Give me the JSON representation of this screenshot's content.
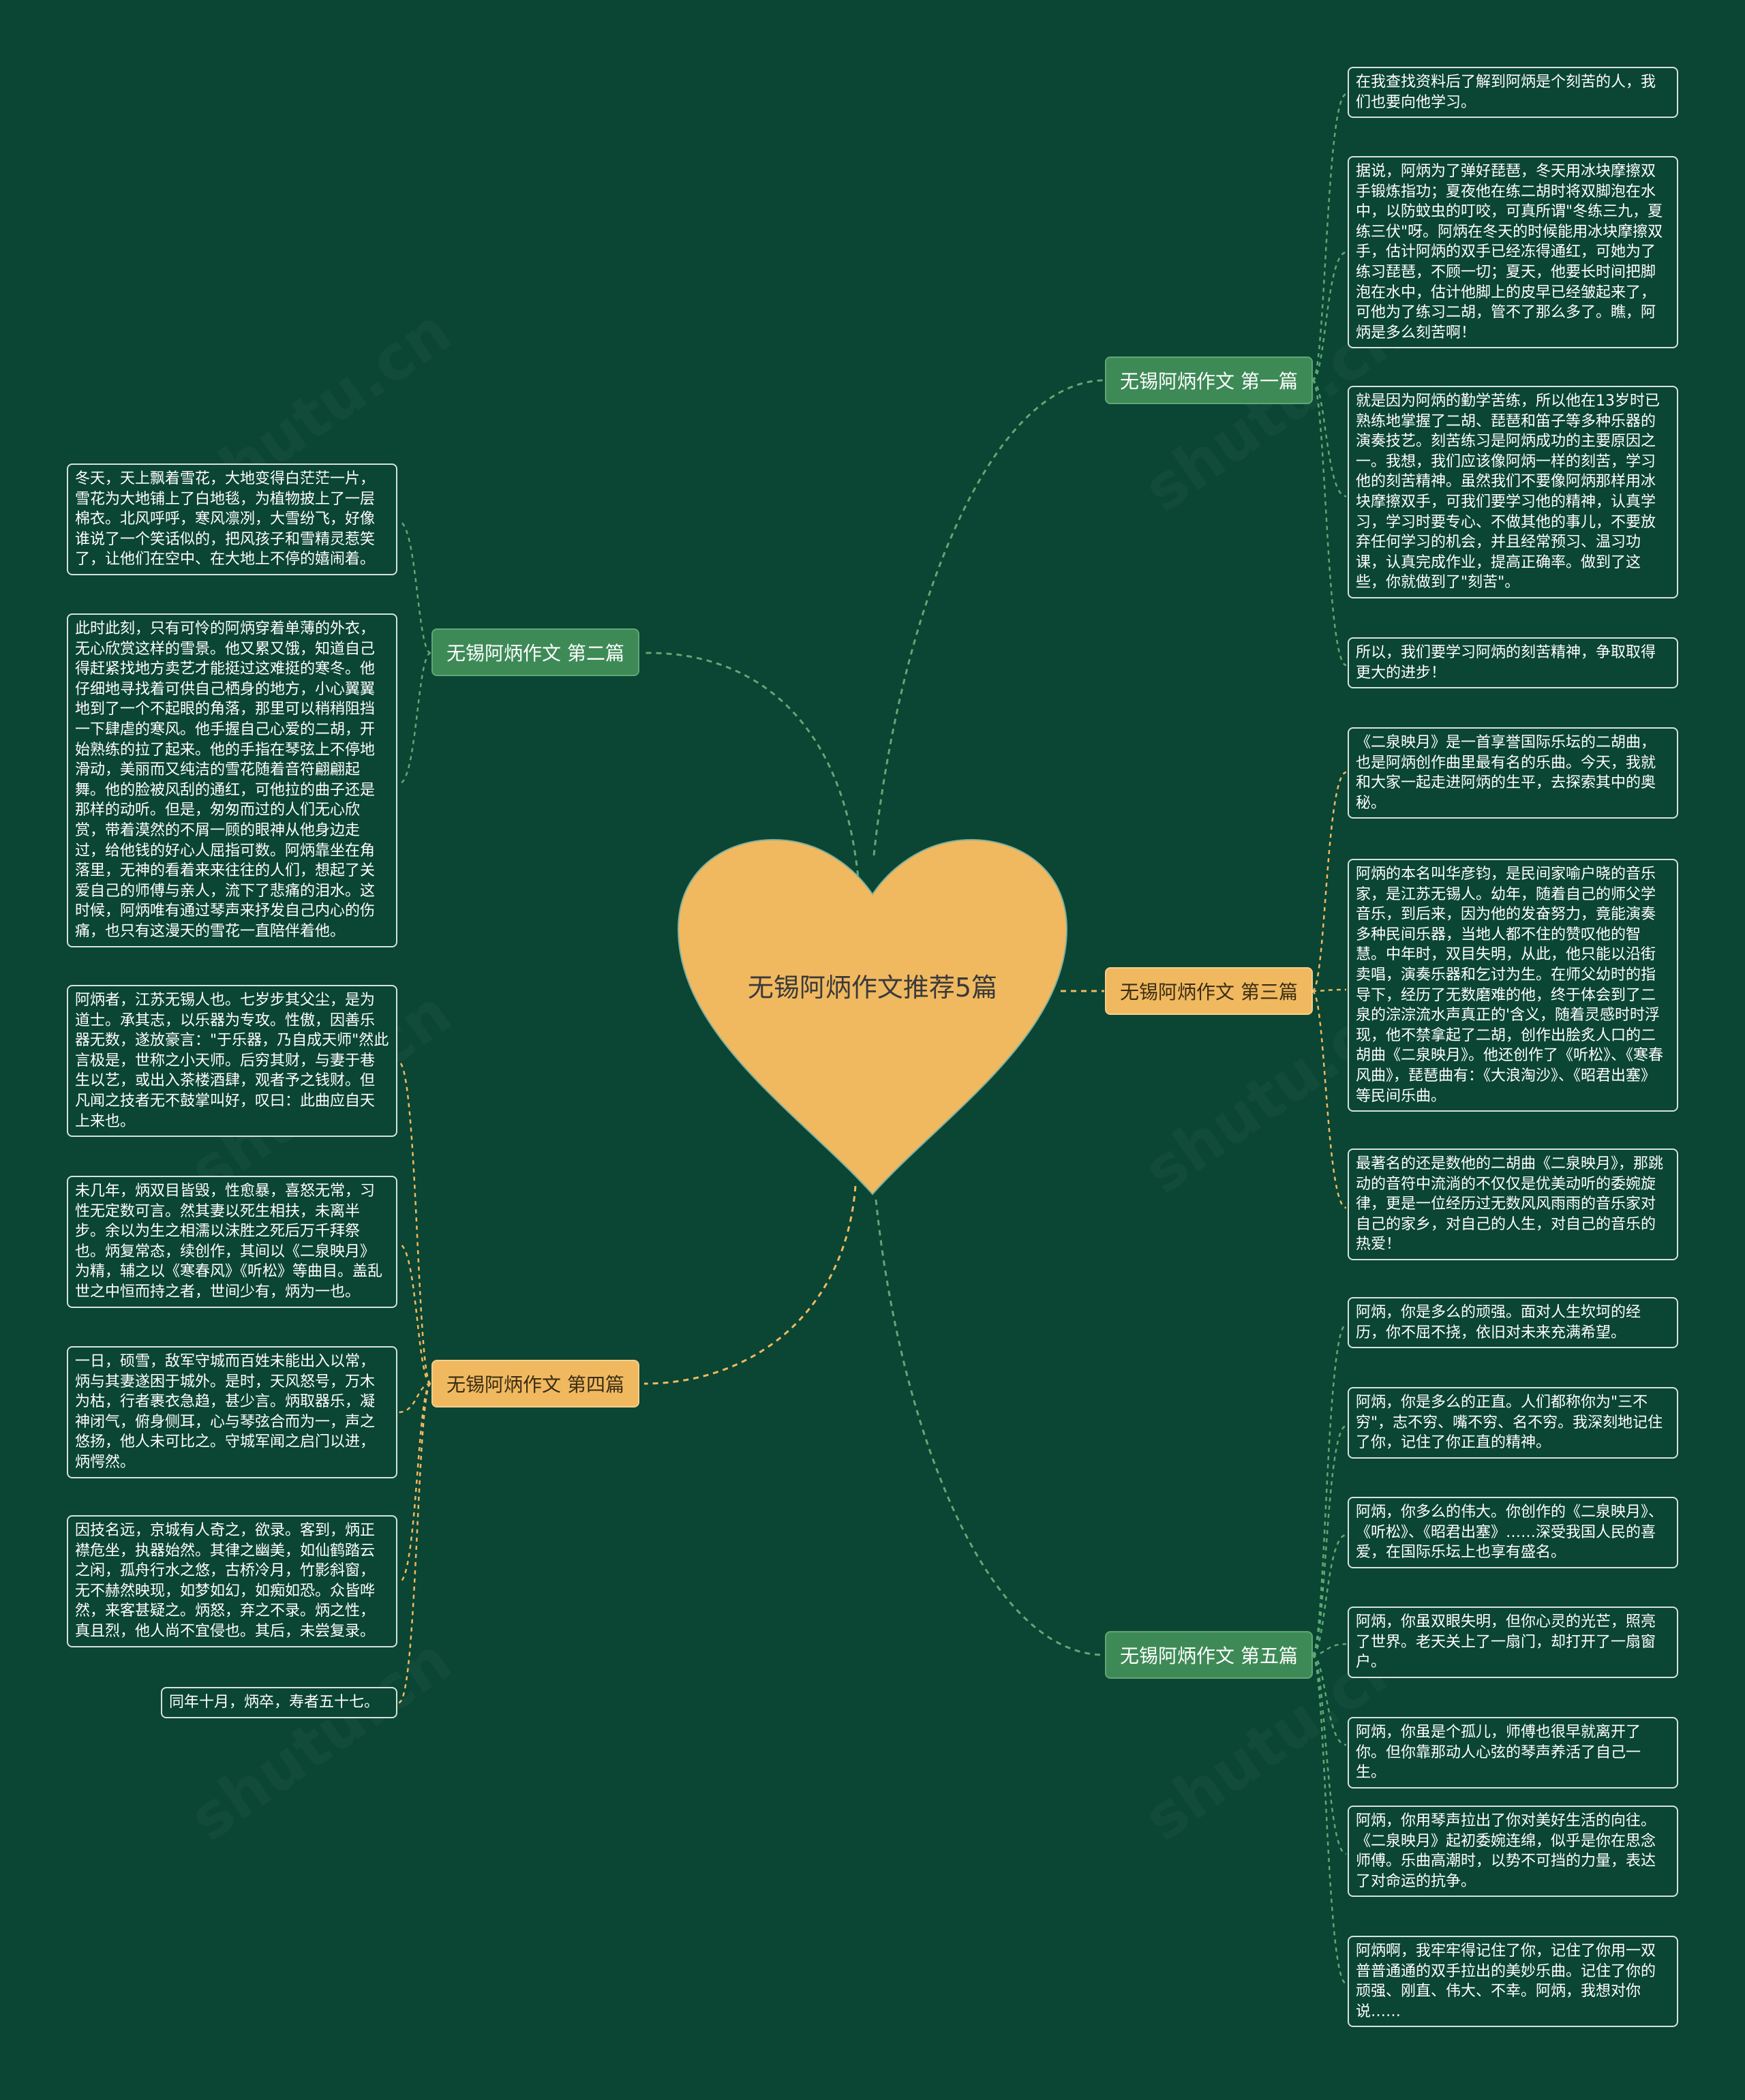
{
  "center": {
    "title": "无锡阿炳作文推荐5篇",
    "color": "#f0b960"
  },
  "colors": {
    "background": "#0b4533",
    "green_branch": "#3d8a56",
    "yellow_branch": "#f0b960",
    "leaf_border": "#d7e2dc"
  },
  "branches": [
    {
      "label": "无锡阿炳作文 第一篇",
      "leaves": [
        "在我查找资料后了解到阿炳是个刻苦的人，我们也要向他学习。",
        "据说，阿炳为了弹好琵琶，冬天用冰块摩擦双手锻炼指功；夏夜他在练二胡时将双脚泡在水中，以防蚊虫的叮咬，可真所谓\"冬练三九，夏练三伏\"呀。阿炳在冬天的时候能用冰块摩擦双手，估计阿炳的双手已经冻得通红，可她为了练习琵琶，不顾一切；夏天，他要长时间把脚泡在水中，估计他脚上的皮早已经皱起来了，可他为了练习二胡，管不了那么多了。瞧，阿炳是多么刻苦啊！",
        "就是因为阿炳的勤学苦练，所以他在13岁时已熟练地掌握了二胡、琵琶和笛子等多种乐器的演奏技艺。刻苦练习是阿炳成功的主要原因之一。我想，我们应该像阿炳一样的刻苦，学习他的刻苦精神。虽然我们不要像阿炳那样用冰块摩擦双手，可我们要学习他的精神，认真学习，学习时要专心、不做其他的事儿，不要放弃任何学习的机会，并且经常预习、温习功课，认真完成作业，提高正确率。做到了这些，你就做到了\"刻苦\"。",
        "所以，我们要学习阿炳的刻苦精神，争取取得更大的进步！"
      ]
    },
    {
      "label": "无锡阿炳作文 第二篇",
      "leaves": [
        "冬天，天上飘着雪花，大地变得白茫茫一片，雪花为大地铺上了白地毯，为植物披上了一层棉衣。北风呼呼，寒风凛冽，大雪纷飞，好像谁说了一个笑话似的，把风孩子和雪精灵惹笑了，让他们在空中、在大地上不停的嬉闹着。",
        "此时此刻，只有可怜的阿炳穿着单薄的外衣，无心欣赏这样的雪景。他又累又饿，知道自己得赶紧找地方卖艺才能挺过这难挺的寒冬。他仔细地寻找着可供自己栖身的地方，小心翼翼地到了一个不起眼的角落，那里可以稍稍阻挡一下肆虐的寒风。他手握自己心爱的二胡，开始熟练的拉了起来。他的手指在琴弦上不停地滑动，美丽而又纯洁的雪花随着音符翩翩起舞。他的脸被风刮的通红，可他拉的曲子还是那样的动听。但是，匆匆而过的人们无心欣赏，带着漠然的不屑一顾的眼神从他身边走过，给他钱的好心人屈指可数。阿炳靠坐在角落里，无神的看着来来往往的人们，想起了关爱自己的师傅与亲人，流下了悲痛的泪水。这时候，阿炳唯有通过琴声来抒发自己内心的伤痛，也只有这漫天的雪花一直陪伴着他。"
      ]
    },
    {
      "label": "无锡阿炳作文 第三篇",
      "leaves": [
        "《二泉映月》是一首享誉国际乐坛的二胡曲，也是阿炳创作曲里最有名的乐曲。今天，我就和大家一起走进阿炳的生平，去探索其中的奥秘。",
        "阿炳的本名叫华彦钧，是民间家喻户晓的音乐家，是江苏无锡人。幼年，随着自己的师父学音乐，到后来，因为他的发奋努力，竟能演奏多种民间乐器，当地人都不住的赞叹他的智慧。中年时，双目失明，从此，他只能以沿街卖唱，演奏乐器和乞讨为生。在师父幼时的指导下，经历了无数磨难的他，终于体会到了二泉的淙淙流水声真正的'含义，随着灵感时时浮现，他不禁拿起了二胡，创作出脍炙人口的二胡曲《二泉映月》。他还创作了《听松》、《寒春风曲》，琵琶曲有：《大浪淘沙》、《昭君出塞》等民间乐曲。",
        "最著名的还是数他的二胡曲《二泉映月》，那跳动的音符中流淌的不仅仅是优美动听的委婉旋律，更是一位经历过无数风风雨雨的音乐家对自己的家乡，对自己的人生，对自己的音乐的热爱！"
      ]
    },
    {
      "label": "无锡阿炳作文 第四篇",
      "leaves": [
        "阿炳者，江苏无锡人也。七岁步其父尘，是为道士。承其志，以乐器为专攻。性傲，因善乐器无数，遂放豪言：\"于乐器，乃自成天师\"然此言极是，世称之小天师。后穷其财，与妻于巷生以艺，或出入茶楼酒肆，观者予之钱财。但凡闻之技者无不鼓掌叫好，叹曰：此曲应自天上来也。",
        "未几年，炳双目皆毁，性愈暴，喜怒无常，习性无定数可言。然其妻以死生相扶，未离半步。余以为生之相濡以沫胜之死后万千拜祭也。炳复常态，续创作，其间以《二泉映月》为精，辅之以《寒春风》《听松》等曲目。盖乱世之中恒而持之者，世间少有，炳为一也。",
        "一日，硕雪，敌军守城而百姓未能出入以常，炳与其妻遂困于城外。是时，天风怒号，万木为枯，行者裹衣急趋，甚少言。炳取器乐，凝神闭气，俯身侧耳，心与琴弦合而为一，声之悠扬，他人未可比之。守城军闻之启门以进，炳愕然。",
        "因技名远，京城有人奇之，欲录。客到，炳正襟危坐，执器始然。其律之幽美，如仙鹤踏云之闲，孤舟行水之悠，古桥冷月，竹影斜窗，无不赫然映现，如梦如幻，如痴如恐。众皆哗然，来客甚疑之。炳怒，弃之不录。炳之性，真且烈，他人尚不宜侵也。其后，未尝复录。",
        "同年十月，炳卒，寿者五十七。"
      ]
    },
    {
      "label": "无锡阿炳作文 第五篇",
      "leaves": [
        "阿炳，你是多么的顽强。面对人生坎坷的经历，你不屈不挠，依旧对未来充满希望。",
        "阿炳，你是多么的正直。人们都称你为\"三不穷\"，志不穷、嘴不穷、名不穷。我深刻地记住了你，记住了你正直的精神。",
        "阿炳，你多么的伟大。你创作的《二泉映月》、《听松》、《昭君出塞》……深受我国人民的喜爱，在国际乐坛上也享有盛名。",
        "阿炳，你虽双眼失明，但你心灵的光芒，照亮了世界。老天关上了一扇门，却打开了一扇窗户。",
        "阿炳，你虽是个孤儿，师傅也很早就离开了你。但你靠那动人心弦的琴声养活了自己一生。",
        "阿炳，你用琴声拉出了你对美好生活的向往。《二泉映月》起初委婉连绵，似乎是你在思念师傅。乐曲高潮时，以势不可挡的力量，表达了对命运的抗争。",
        "阿炳啊，我牢牢得记住了你，记住了你用一双普普通通的双手拉出的美妙乐曲。记住了你的顽强、刚直、伟大、不幸。阿炳，我想对你说……"
      ]
    }
  ]
}
